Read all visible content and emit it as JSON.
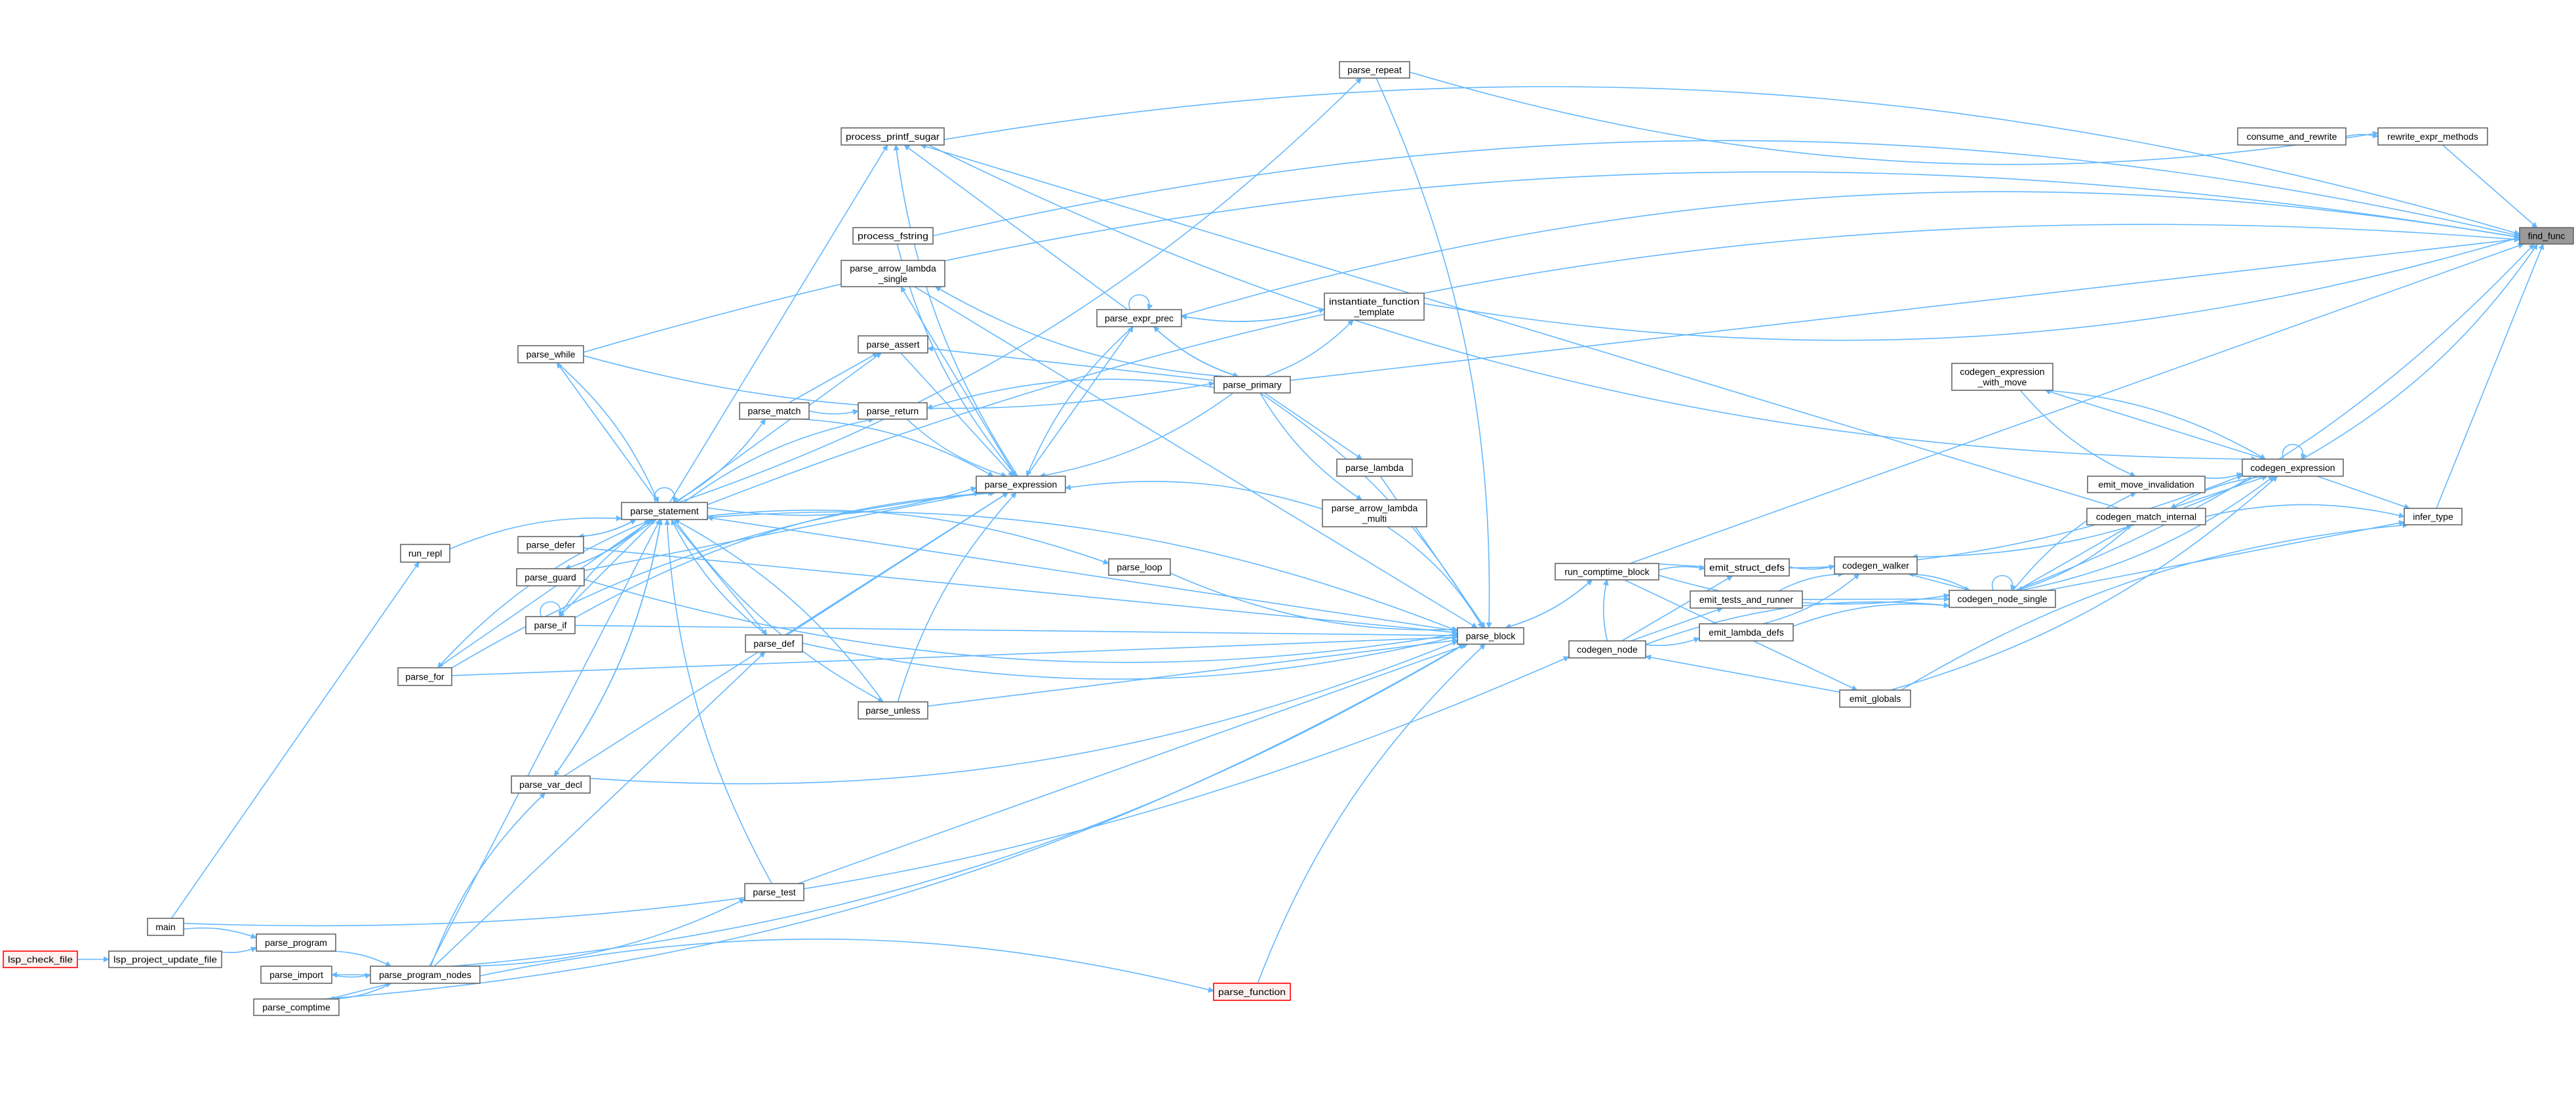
{
  "graph": {
    "title": "find_func caller graph",
    "colors": {
      "edge": "#63b8ff",
      "node_border": "#666666",
      "focus_fill": "#999999",
      "truncated_border": "#ff0000",
      "truncated_fill": "#fff0f0"
    },
    "focus": "find_func",
    "nodes": {
      "find_func": {
        "lines": [
          "find_func"
        ]
      },
      "rewrite_expr_methods": {
        "lines": [
          "rewrite_expr_methods"
        ]
      },
      "consume_and_rewrite": {
        "lines": [
          "consume_and_rewrite"
        ]
      },
      "parse_repeat": {
        "lines": [
          "parse_repeat"
        ]
      },
      "process_printf_sugar": {
        "lines": [
          "process_printf_sugar"
        ]
      },
      "process_fstring": {
        "lines": [
          "process_fstring"
        ]
      },
      "parse_arrow_lambda_single": {
        "lines": [
          "parse_arrow_lambda",
          "_single"
        ]
      },
      "parse_expr_prec": {
        "lines": [
          "parse_expr_prec"
        ]
      },
      "instantiate_function_template": {
        "lines": [
          "instantiate_function",
          "_template"
        ]
      },
      "parse_assert": {
        "lines": [
          "parse_assert"
        ]
      },
      "parse_primary": {
        "lines": [
          "parse_primary"
        ]
      },
      "parse_while": {
        "lines": [
          "parse_while"
        ]
      },
      "parse_match": {
        "lines": [
          "parse_match"
        ]
      },
      "parse_return": {
        "lines": [
          "parse_return"
        ]
      },
      "parse_expression": {
        "lines": [
          "parse_expression"
        ]
      },
      "parse_lambda": {
        "lines": [
          "parse_lambda"
        ]
      },
      "parse_arrow_lambda_multi": {
        "lines": [
          "parse_arrow_lambda",
          "_multi"
        ]
      },
      "parse_statement": {
        "lines": [
          "parse_statement"
        ]
      },
      "parse_defer": {
        "lines": [
          "parse_defer"
        ]
      },
      "parse_guard": {
        "lines": [
          "parse_guard"
        ]
      },
      "parse_if": {
        "lines": [
          "parse_if"
        ]
      },
      "run_repl": {
        "lines": [
          "run_repl"
        ]
      },
      "parse_for": {
        "lines": [
          "parse_for"
        ]
      },
      "parse_def": {
        "lines": [
          "parse_def"
        ]
      },
      "parse_unless": {
        "lines": [
          "parse_unless"
        ]
      },
      "parse_loop": {
        "lines": [
          "parse_loop"
        ]
      },
      "parse_block": {
        "lines": [
          "parse_block"
        ]
      },
      "parse_var_decl": {
        "lines": [
          "parse_var_decl"
        ]
      },
      "parse_test": {
        "lines": [
          "parse_test"
        ]
      },
      "parse_function": {
        "lines": [
          "parse_function"
        ],
        "truncated": true
      },
      "main": {
        "lines": [
          "main"
        ]
      },
      "parse_program": {
        "lines": [
          "parse_program"
        ]
      },
      "lsp_check_file": {
        "lines": [
          "lsp_check_file"
        ],
        "truncated": true
      },
      "lsp_project_update_file": {
        "lines": [
          "lsp_project_update_file"
        ]
      },
      "parse_import": {
        "lines": [
          "parse_import"
        ]
      },
      "parse_program_nodes": {
        "lines": [
          "parse_program_nodes"
        ]
      },
      "parse_comptime": {
        "lines": [
          "parse_comptime"
        ]
      },
      "run_comptime_block": {
        "lines": [
          "run_comptime_block"
        ]
      },
      "emit_struct_defs": {
        "lines": [
          "emit_struct_defs"
        ]
      },
      "codegen_walker": {
        "lines": [
          "codegen_walker"
        ]
      },
      "emit_tests_and_runner": {
        "lines": [
          "emit_tests_and_runner"
        ]
      },
      "codegen_node_single": {
        "lines": [
          "codegen_node_single"
        ]
      },
      "emit_lambda_defs": {
        "lines": [
          "emit_lambda_defs"
        ]
      },
      "codegen_node": {
        "lines": [
          "codegen_node"
        ]
      },
      "emit_globals": {
        "lines": [
          "emit_globals"
        ]
      },
      "emit_move_invalidation": {
        "lines": [
          "emit_move_invalidation"
        ]
      },
      "codegen_match_internal": {
        "lines": [
          "codegen_match_internal"
        ]
      },
      "codegen_expression_with_move": {
        "lines": [
          "codegen_expression",
          "_with_move"
        ]
      },
      "codegen_expression": {
        "lines": [
          "codegen_expression"
        ]
      },
      "infer_type": {
        "lines": [
          "infer_type"
        ]
      }
    },
    "calls": [
      [
        "consume_and_rewrite",
        "rewrite_expr_methods"
      ],
      [
        "rewrite_expr_methods",
        "find_func"
      ],
      [
        "parse_repeat",
        "rewrite_expr_methods"
      ],
      [
        "parse_repeat",
        "parse_block"
      ],
      [
        "lsp_check_file",
        "lsp_project_update_file"
      ],
      [
        "lsp_project_update_file",
        "parse_program"
      ],
      [
        "main",
        "parse_program"
      ],
      [
        "main",
        "run_repl"
      ],
      [
        "main",
        "codegen_node"
      ],
      [
        "parse_program",
        "parse_program_nodes"
      ],
      [
        "parse_program_nodes",
        "parse_import"
      ],
      [
        "parse_import",
        "parse_program_nodes"
      ],
      [
        "parse_program_nodes",
        "parse_comptime"
      ],
      [
        "parse_comptime",
        "parse_program_nodes"
      ],
      [
        "parse_comptime",
        "parse_block"
      ],
      [
        "parse_program_nodes",
        "parse_var_decl"
      ],
      [
        "parse_program_nodes",
        "parse_def"
      ],
      [
        "parse_program_nodes",
        "parse_test"
      ],
      [
        "parse_program_nodes",
        "parse_function"
      ],
      [
        "parse_program_nodes",
        "parse_statement"
      ],
      [
        "parse_program_nodes",
        "parse_block"
      ],
      [
        "run_repl",
        "parse_statement"
      ],
      [
        "parse_for",
        "parse_statement"
      ],
      [
        "parse_statement",
        "parse_for"
      ],
      [
        "parse_for",
        "parse_expression"
      ],
      [
        "parse_for",
        "parse_block"
      ],
      [
        "parse_var_decl",
        "parse_statement"
      ],
      [
        "parse_statement",
        "parse_var_decl"
      ],
      [
        "parse_var_decl",
        "parse_expression"
      ],
      [
        "parse_var_decl",
        "parse_block"
      ],
      [
        "parse_if",
        "parse_statement"
      ],
      [
        "parse_statement",
        "parse_if"
      ],
      [
        "parse_if",
        "parse_if"
      ],
      [
        "parse_if",
        "parse_expression"
      ],
      [
        "parse_if",
        "parse_block"
      ],
      [
        "parse_defer",
        "parse_statement"
      ],
      [
        "parse_statement",
        "parse_defer"
      ],
      [
        "parse_defer",
        "parse_block"
      ],
      [
        "parse_guard",
        "parse_statement"
      ],
      [
        "parse_statement",
        "parse_guard"
      ],
      [
        "parse_guard",
        "parse_expression"
      ],
      [
        "parse_guard",
        "parse_block"
      ],
      [
        "parse_while",
        "parse_statement"
      ],
      [
        "parse_statement",
        "parse_while"
      ],
      [
        "parse_while",
        "parse_primary"
      ],
      [
        "parse_while",
        "find_func"
      ],
      [
        "parse_statement",
        "parse_statement"
      ],
      [
        "parse_statement",
        "parse_match"
      ],
      [
        "parse_statement",
        "parse_return"
      ],
      [
        "parse_statement",
        "parse_assert"
      ],
      [
        "parse_statement",
        "parse_expression"
      ],
      [
        "parse_statement",
        "parse_loop"
      ],
      [
        "parse_statement",
        "parse_def"
      ],
      [
        "parse_statement",
        "parse_unless"
      ],
      [
        "parse_statement",
        "parse_block"
      ],
      [
        "parse_statement",
        "process_printf_sugar"
      ],
      [
        "parse_statement",
        "parse_repeat"
      ],
      [
        "parse_statement",
        "find_func"
      ],
      [
        "parse_match",
        "parse_assert"
      ],
      [
        "parse_match",
        "parse_return"
      ],
      [
        "parse_match",
        "parse_expression"
      ],
      [
        "parse_assert",
        "parse_expression"
      ],
      [
        "parse_return",
        "parse_expression"
      ],
      [
        "parse_def",
        "parse_statement"
      ],
      [
        "parse_def",
        "parse_expression"
      ],
      [
        "parse_def",
        "parse_block"
      ],
      [
        "parse_test",
        "parse_statement"
      ],
      [
        "parse_test",
        "parse_block"
      ],
      [
        "parse_unless",
        "parse_statement"
      ],
      [
        "parse_unless",
        "parse_expression"
      ],
      [
        "parse_unless",
        "parse_block"
      ],
      [
        "parse_loop",
        "parse_block"
      ],
      [
        "parse_function",
        "parse_block"
      ],
      [
        "parse_expression",
        "parse_expr_prec"
      ],
      [
        "parse_expr_prec",
        "parse_expression"
      ],
      [
        "parse_expression",
        "process_printf_sugar"
      ],
      [
        "parse_expression",
        "parse_arrow_lambda_single"
      ],
      [
        "process_fstring",
        "parse_expression"
      ],
      [
        "process_fstring",
        "find_func"
      ],
      [
        "parse_expr_prec",
        "parse_expr_prec"
      ],
      [
        "parse_expr_prec",
        "parse_primary"
      ],
      [
        "parse_primary",
        "parse_expr_prec"
      ],
      [
        "parse_expr_prec",
        "process_printf_sugar"
      ],
      [
        "parse_expr_prec",
        "instantiate_function_template"
      ],
      [
        "parse_expr_prec",
        "find_func"
      ],
      [
        "parse_primary",
        "parse_assert"
      ],
      [
        "parse_primary",
        "parse_return"
      ],
      [
        "parse_primary",
        "parse_expression"
      ],
      [
        "parse_primary",
        "parse_lambda"
      ],
      [
        "parse_primary",
        "parse_arrow_lambda_multi"
      ],
      [
        "parse_primary",
        "parse_block"
      ],
      [
        "parse_primary",
        "find_func"
      ],
      [
        "parse_primary",
        "instantiate_function_template"
      ],
      [
        "parse_primary",
        "parse_arrow_lambda_single"
      ],
      [
        "parse_arrow_lambda_single",
        "parse_block"
      ],
      [
        "parse_arrow_lambda_multi",
        "parse_expression"
      ],
      [
        "parse_arrow_lambda_multi",
        "parse_block"
      ],
      [
        "parse_lambda",
        "parse_block"
      ],
      [
        "instantiate_function_template",
        "find_func"
      ],
      [
        "instantiate_function_template",
        "parse_expr_prec"
      ],
      [
        "parse_block",
        "parse_statement"
      ],
      [
        "parse_block",
        "run_comptime_block"
      ],
      [
        "run_comptime_block",
        "parse_block"
      ],
      [
        "run_comptime_block",
        "find_func"
      ],
      [
        "run_comptime_block",
        "codegen_expression"
      ],
      [
        "run_comptime_block",
        "emit_struct_defs"
      ],
      [
        "run_comptime_block",
        "emit_globals"
      ],
      [
        "run_comptime_block",
        "codegen_node_single"
      ],
      [
        "codegen_node",
        "run_comptime_block"
      ],
      [
        "codegen_node",
        "emit_tests_and_runner"
      ],
      [
        "codegen_node",
        "emit_lambda_defs"
      ],
      [
        "codegen_node",
        "codegen_node_single"
      ],
      [
        "codegen_node",
        "emit_struct_defs"
      ],
      [
        "emit_struct_defs",
        "codegen_walker"
      ],
      [
        "emit_tests_and_runner",
        "codegen_walker"
      ],
      [
        "emit_tests_and_runner",
        "codegen_node_single"
      ],
      [
        "emit_lambda_defs",
        "codegen_walker"
      ],
      [
        "emit_lambda_defs",
        "codegen_node_single"
      ],
      [
        "emit_globals",
        "codegen_node"
      ],
      [
        "emit_globals",
        "codegen_expression"
      ],
      [
        "emit_globals",
        "infer_type"
      ],
      [
        "codegen_walker",
        "codegen_node_single"
      ],
      [
        "codegen_node_single",
        "codegen_walker"
      ],
      [
        "codegen_node_single",
        "codegen_node_single"
      ],
      [
        "codegen_node_single",
        "codegen_match_internal"
      ],
      [
        "codegen_node_single",
        "codegen_expression"
      ],
      [
        "codegen_node_single",
        "emit_move_invalidation"
      ],
      [
        "codegen_node_single",
        "infer_type"
      ],
      [
        "codegen_node_single",
        "find_func"
      ],
      [
        "codegen_match_internal",
        "codegen_node_single"
      ],
      [
        "codegen_match_internal",
        "codegen_expression"
      ],
      [
        "codegen_expression",
        "codegen_match_internal"
      ],
      [
        "codegen_match_internal",
        "infer_type"
      ],
      [
        "codegen_match_internal",
        "process_printf_sugar"
      ],
      [
        "codegen_expression_with_move",
        "emit_move_invalidation"
      ],
      [
        "codegen_expression_with_move",
        "codegen_expression"
      ],
      [
        "codegen_expression",
        "codegen_expression_with_move"
      ],
      [
        "emit_move_invalidation",
        "codegen_expression"
      ],
      [
        "codegen_expression",
        "codegen_expression"
      ],
      [
        "codegen_expression",
        "infer_type"
      ],
      [
        "codegen_expression",
        "find_func"
      ],
      [
        "codegen_expression",
        "codegen_walker"
      ],
      [
        "infer_type",
        "find_func"
      ],
      [
        "process_printf_sugar",
        "codegen_expression"
      ],
      [
        "process_printf_sugar",
        "find_func"
      ]
    ]
  }
}
